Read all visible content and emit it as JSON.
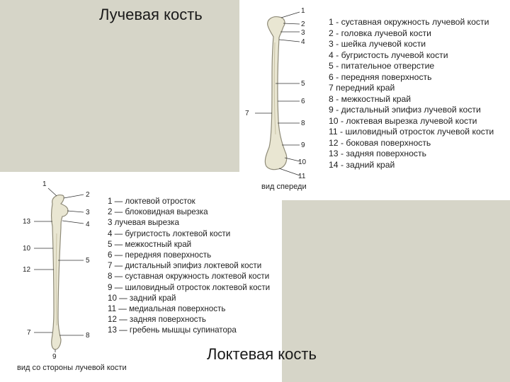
{
  "titles": {
    "radius": "Лучевая кость",
    "ulna": "Локтевая кость"
  },
  "radius_figure": {
    "view_label": "вид спереди",
    "callouts": [
      "1",
      "2",
      "3",
      "4",
      "5",
      "6",
      "7",
      "8",
      "9",
      "10",
      "11"
    ],
    "legend": [
      "1 - суставная окружность лучевой кости",
      "2 - головка лучевой кости",
      "3 - шейка лучевой кости",
      "4 - бугристость лучевой кости",
      "5 - питательное отверстие",
      "6 - передняя поверхность",
      "7   передний край",
      "8 - межкостный край",
      "9 - дистальный эпифиз лучевой кости",
      "10 - локтевая вырезка лучевой кости",
      "11 - шиловидный отросток лучевой кости",
      "12 - боковая поверхность",
      "13 - задняя поверхность",
      "14 - задний край"
    ]
  },
  "ulna_figure": {
    "view_label": "вид со стороны лучевой кости",
    "callouts": [
      "1",
      "2",
      "3",
      "4",
      "13",
      "10",
      "12",
      "5",
      "7",
      "8",
      "9"
    ],
    "legend": [
      "1 — локтевой отросток",
      "2 — блоковидная вырезка",
      "3    лучевая вырезка",
      "4 — бугристость локтевой кости",
      "5 — межкостный край",
      "6 — передняя поверхность",
      "7 — дистальный эпифиз локтевой кости",
      "8 — суставная окружность локтевой кости",
      "9 — шиловидный отросток локтевой кости",
      "10 — задний край",
      "11 — медиальная поверхность",
      "12 — задняя поверхность",
      "13 — гребень мышцы супинатора"
    ]
  },
  "colors": {
    "background_block": "#d6d5c8",
    "bone_fill": "#e9e6d2",
    "bone_stroke": "#8f8b78",
    "text": "#222222"
  }
}
